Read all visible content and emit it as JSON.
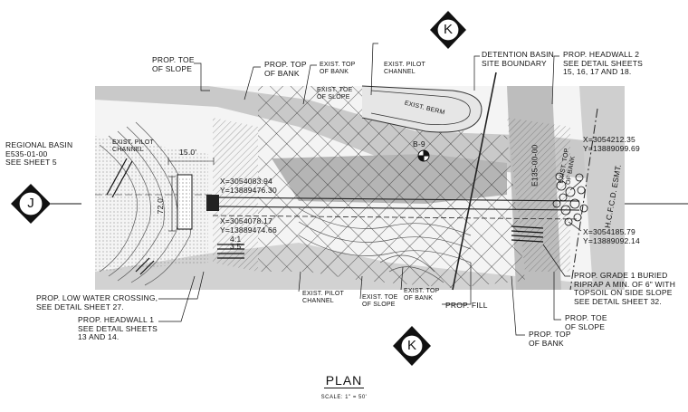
{
  "sheet": {
    "title": "PLAN",
    "scale": "SCALE: 1\" = 50'"
  },
  "section_markers": {
    "top": "K",
    "bottom": "K",
    "left": "J"
  },
  "labels": {
    "regional_basin": "REGIONAL BASIN\nE535-01-00\nSEE SHEET 5",
    "prop_toe_slope_top": "PROP. TOE\nOF SLOPE",
    "prop_top_bank_top": "PROP. TOP\nOF BANK",
    "exist_top_bank_top": "EXIST. TOP\nOF BANK",
    "exist_toe_slope_top": "EXIST. TOE\nOF SLOPE",
    "exist_pilot_channel_top": "EXIST. PILOT\nCHANNEL",
    "detention_basin": "DETENTION BASIN\nSITE BOUNDARY",
    "prop_headwall_2": "PROP. HEADWALL 2\nSEE DETAIL SHEETS\n15, 16, 17 AND 18.",
    "exist_berm": "EXIST. BERM",
    "exist_pilot_channel_left": "EXIST. PILOT\nCHANNEL",
    "exist_top_of_bank_right": "EXIST. TOP\nOF BANK",
    "coord_1": "X=3054083.94\nY=13889476.30",
    "coord_2": "X=3054078.17\nY=13889474.66",
    "coord_3": "X=3054212.35\nY=13889099.69",
    "coord_4": "X=3054185.79\nY=13889092.14",
    "dim_15": "15.0'",
    "dim_72": "72.0'",
    "slope_4_1": "4:1",
    "slope_3_5": "3.5'",
    "boring": "B-9",
    "station": "E135-00-00",
    "esmt": "H.C.F.C.D. ESMT.",
    "prop_low_water": "PROP. LOW WATER CROSSING,\nSEE DETAIL SHEET 27.",
    "prop_headwall_1": "PROP. HEADWALL 1\nSEE DETAIL SHEETS\n13 AND 14.",
    "exist_pilot_channel_bottom": "EXIST. PILOT\nCHANNEL",
    "exist_toe_slope_bottom": "EXIST. TOE\nOF SLOPE",
    "exist_top_bank_bottom": "EXIST. TOP\nOF BANK",
    "prop_fill": "PROP. FILL",
    "prop_top_bank_bottom": "PROP. TOP\nOF BANK",
    "prop_toe_slope_bottom": "PROP. TOE\nOF SLOPE",
    "prop_grade_riprap": "PROP. GRADE 1 BURIED\nRIPRAP A MIN. OF 6\" WITH\nTOPSOIL ON SIDE SLOPE\nSEE DETAIL SHEET 32."
  }
}
